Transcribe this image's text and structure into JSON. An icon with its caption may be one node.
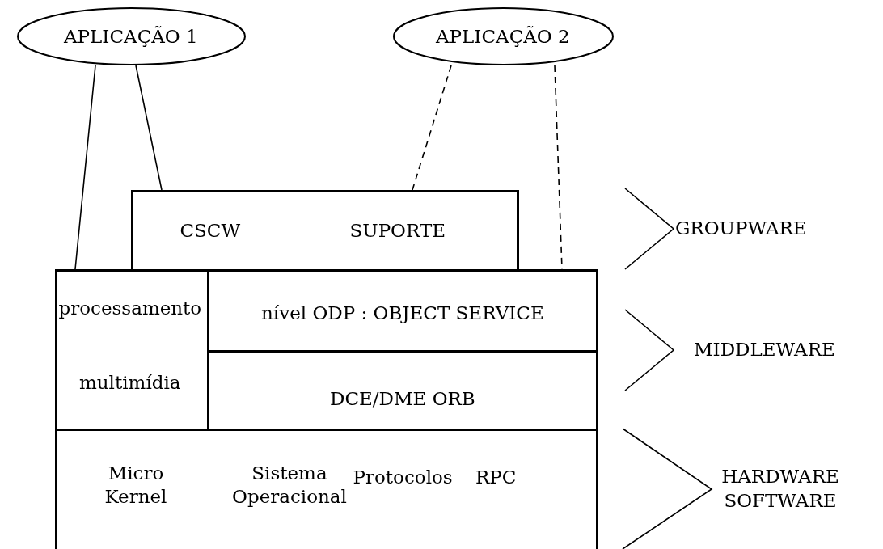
{
  "diagram": {
    "nodes": [
      {
        "text": [
          "APLICAÇÃO 1"
        ]
      },
      {
        "text": [
          "APLICAÇÃO 2"
        ]
      },
      {
        "text": [
          "CSCW",
          "SUPORTE"
        ]
      },
      {
        "text": [
          "processamento",
          "multimídia"
        ]
      },
      {
        "text": [
          "nível ODP : OBJECT SERVICE"
        ]
      },
      {
        "text": [
          "DCE/DME ORB"
        ]
      },
      {
        "text": [
          "Micro Kernel",
          "Sistema Operacional",
          "Protocolos",
          "RPC"
        ]
      }
    ],
    "edges": [
      {
        "from": 0,
        "to": 3,
        "arrow": "none"
      },
      {
        "from": 0,
        "to": 2,
        "arrow": "none"
      },
      {
        "from": 1,
        "to": 2,
        "arrow": "none",
        "style": "dashed"
      },
      {
        "from": 1,
        "to": 4,
        "arrow": "none",
        "style": "dashed"
      }
    ],
    "labels": [
      "GROUPWARE",
      "MIDDLEWARE",
      "HARDWARE SOFTWARE"
    ]
  }
}
